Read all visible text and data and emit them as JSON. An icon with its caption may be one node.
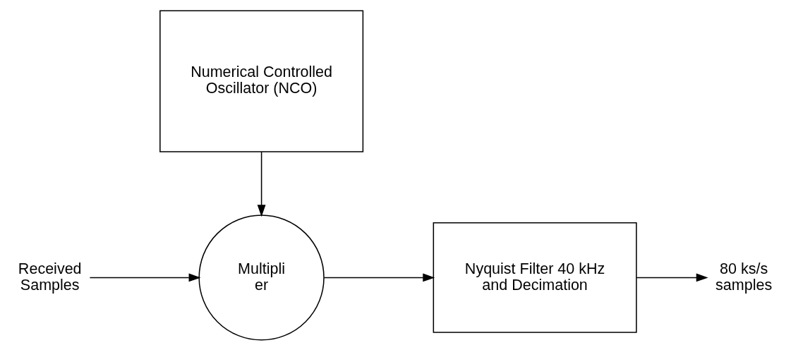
{
  "diagram": {
    "nodes": [
      {
        "text": [
          "Received Samples"
        ]
      },
      {
        "text": [
          "Multipli er"
        ]
      },
      {
        "text": [
          "Nyquist Filter 40 kHz and Decimation"
        ]
      },
      {
        "text": [
          "80 ks/s samples"
        ]
      },
      {
        "text": [
          "Numerical Controlled Oscillator (NCO)"
        ]
      }
    ],
    "edges": [
      {
        "from": 0,
        "to": 1,
        "arrow": "to"
      },
      {
        "from": 1,
        "to": 2,
        "arrow": "to"
      },
      {
        "from": 2,
        "to": 3,
        "arrow": "to"
      },
      {
        "from": 4,
        "to": 1,
        "arrow": "to"
      }
    ]
  }
}
